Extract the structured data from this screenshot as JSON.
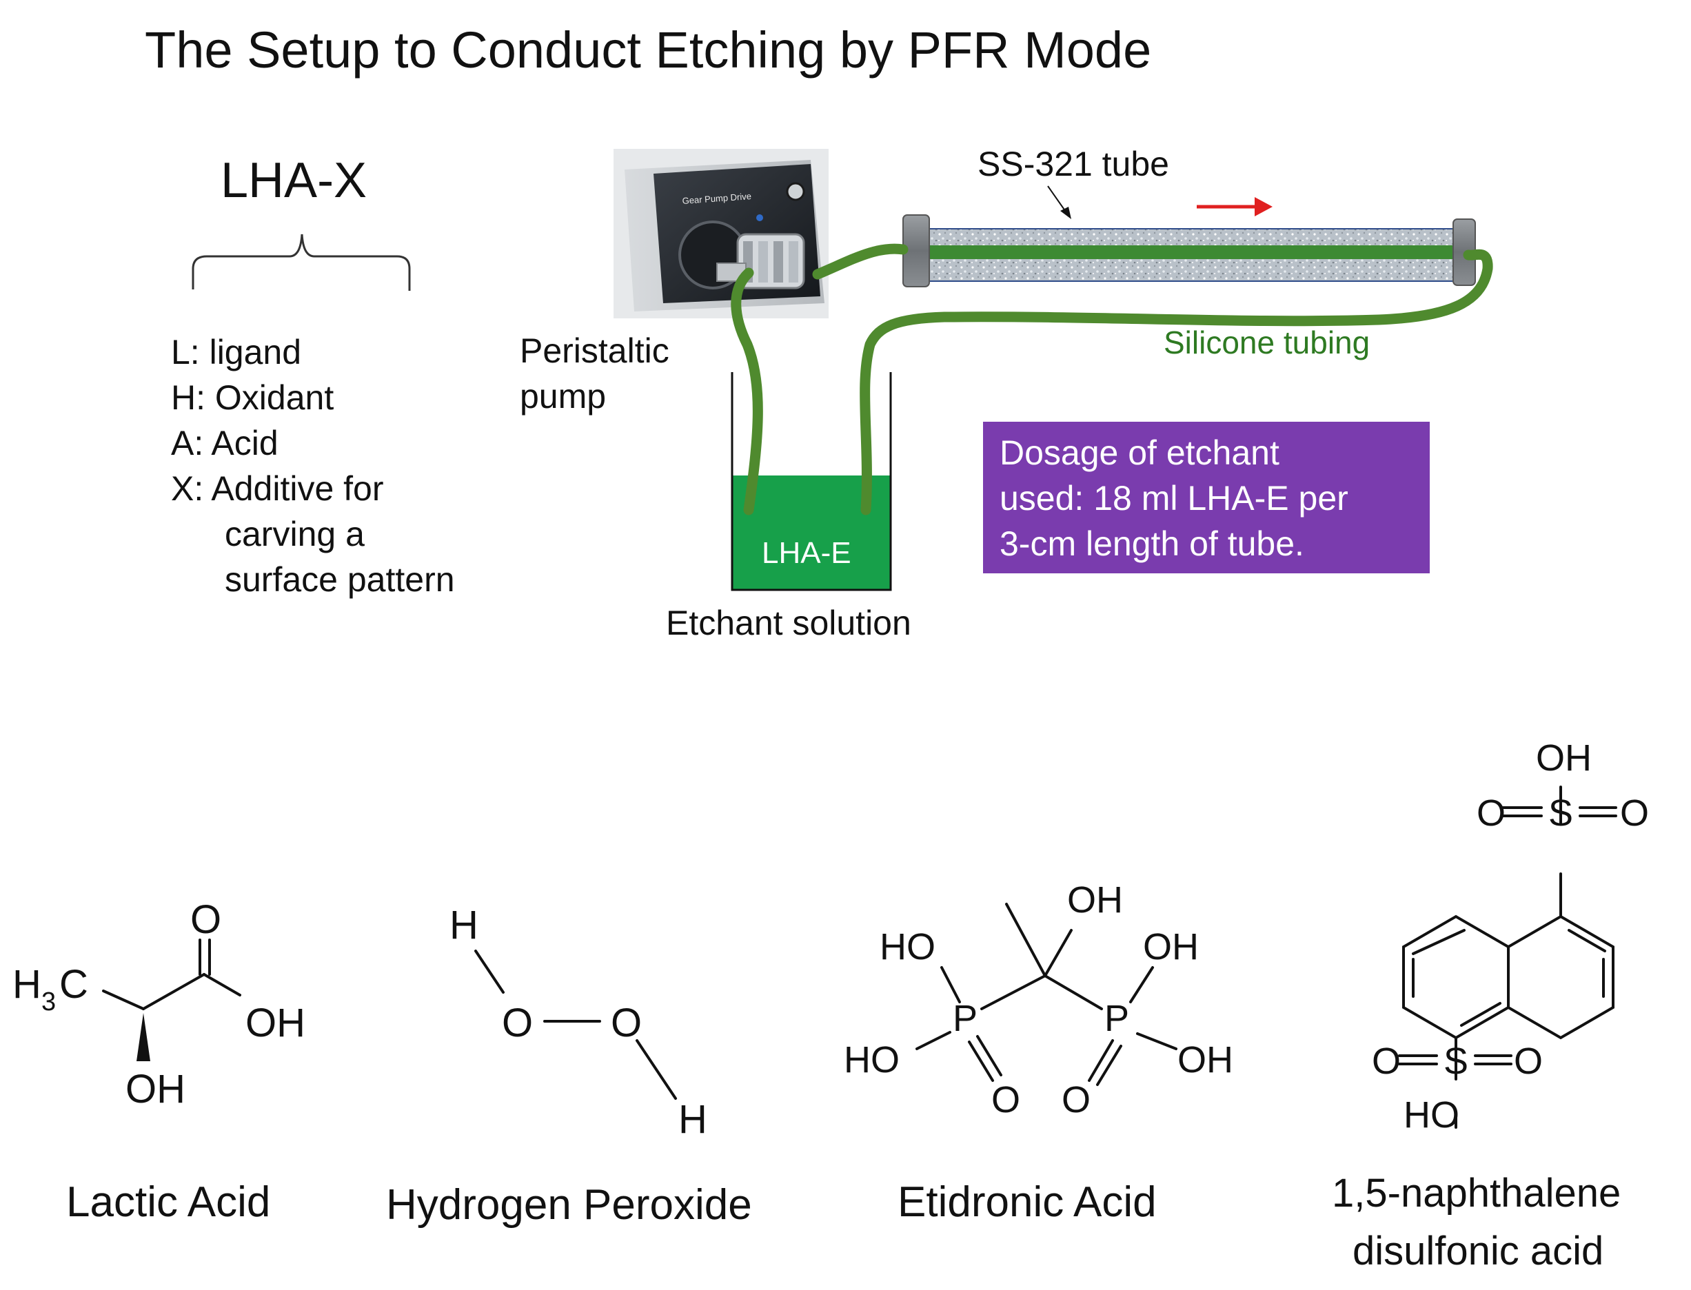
{
  "title": "The Setup to Conduct Etching by PFR Mode",
  "formula": {
    "name": "LHA-X",
    "legend": [
      "L: ligand",
      "H: Oxidant",
      "A: Acid",
      "X: Additive for",
      "carving a",
      "surface pattern"
    ]
  },
  "setup": {
    "pump_label": [
      "Peristaltic",
      "pump"
    ],
    "pump_panel_text": "Gear Pump Drive",
    "tube_label": "SS-321 tube",
    "tubing_label": "Silicone tubing",
    "beaker_content": "LHA-E",
    "beaker_label": "Etchant solution",
    "dosage_note": [
      "Dosage of etchant",
      "used: 18 ml LHA-E per",
      "3-cm length of tube."
    ],
    "colors": {
      "tubing": "#4f8a2e",
      "etchant": "#17a04a",
      "dosage_box": "#7a3cae",
      "flow_arrow": "#e02020",
      "tube_core": "#3d8a33"
    }
  },
  "chemicals": [
    {
      "name": "Lactic Acid",
      "atoms": {
        "o_top": "O",
        "oh_right": "OH",
        "oh_bottom": "OH",
        "methyl_h": "H",
        "methyl_sub": "3",
        "methyl_c": "C"
      }
    },
    {
      "name": "Hydrogen Peroxide",
      "atoms": {
        "h1": "H",
        "o1": "O",
        "o2": "O",
        "h2": "H"
      }
    },
    {
      "name": "Etidronic Acid",
      "atoms": {
        "oh_top": "OH",
        "ho_left_top": "HO",
        "p_left": "P",
        "ho_left_bottom": "HO",
        "o_left": "O",
        "oh_right_top": "OH",
        "p_right": "P",
        "oh_right_bottom": "OH",
        "o_right": "O"
      }
    },
    {
      "name_lines": [
        "1,5-naphthalene",
        "disulfonic acid"
      ],
      "atoms": {
        "oh_top": "OH",
        "o_top_left": "O",
        "s_top": "S",
        "o_top_right": "O",
        "o_bottom_left": "O",
        "s_bottom": "S",
        "o_bottom_right": "O",
        "ho_bottom": "HO"
      }
    }
  ]
}
